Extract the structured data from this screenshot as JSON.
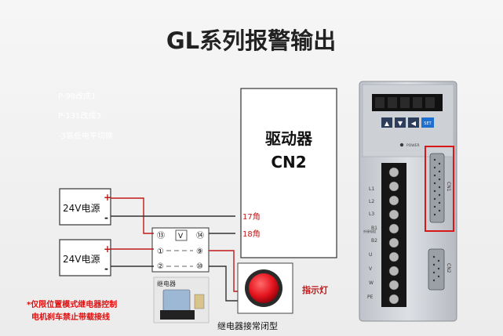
{
  "title": "GL系列报警输出",
  "notes": [
    "P-98改成1",
    "P-131改成3",
    "-3高低电平切换"
  ],
  "driver": {
    "line1": "驱动器",
    "line2": "CN2"
  },
  "power_supply_top": {
    "label": "24V电源",
    "plus": "+",
    "minus": "-"
  },
  "power_supply_bottom": {
    "label": "24V电源",
    "plus": "+",
    "minus": "-"
  },
  "pins": {
    "pin17": "17角",
    "pin18": "18角"
  },
  "relay": {
    "photo_label": "继电器",
    "contacts_note": "继电器接常闭型",
    "terminals": [
      "⑬",
      "⑭",
      "①",
      "⑨",
      "②",
      "⑩"
    ],
    "coil_mark": "V"
  },
  "indicator": {
    "label": "指示灯"
  },
  "warning": {
    "line1": "*仅限位置模式继电器控制",
    "line2": "电机刹车禁止带载接线"
  },
  "servo_drive": {
    "buttons": [
      "▲",
      "▼",
      "◀",
      "SET"
    ],
    "power_label": "POWER",
    "terminal_labels": [
      "L1",
      "L2",
      "L3",
      "外接电阻",
      "B1",
      "B2",
      "U",
      "V",
      "W",
      "PE"
    ],
    "connector_cn1": "CN1",
    "connector_cn2": "CN2"
  },
  "colors": {
    "wire_red": "#c01818",
    "wire_dark": "#333333",
    "warning_red": "#e01010",
    "led_red": "#e4141e"
  }
}
